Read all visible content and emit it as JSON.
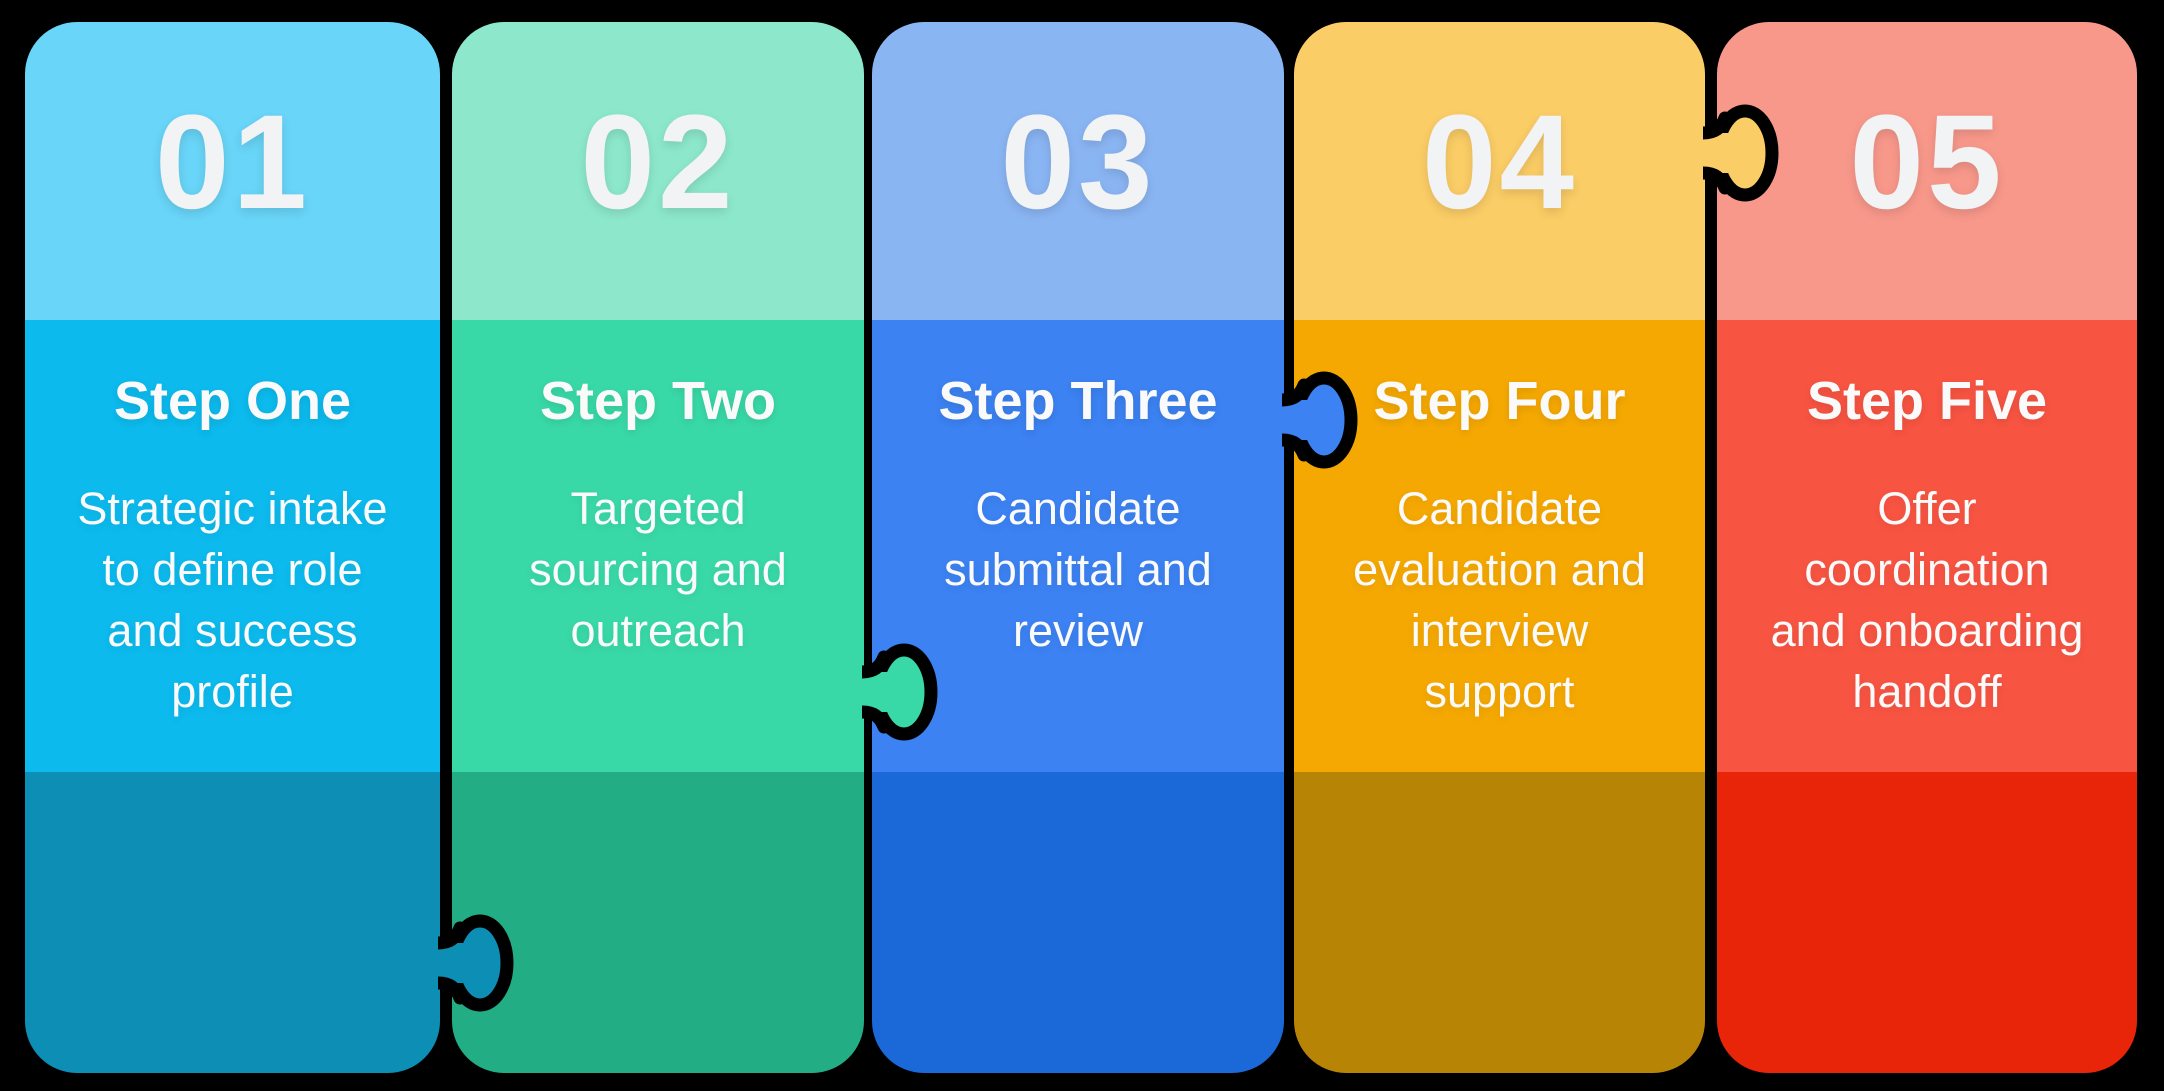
{
  "background_color": "#000000",
  "text_colors": {
    "number": "#F1F3F4",
    "title": "#FAFAFA",
    "body": "#FAFAFA"
  },
  "steps": [
    {
      "number": "01",
      "title": "Step One",
      "description": "Strategic intake\nto define role\nand success\nprofile",
      "colors": {
        "top": "#69D5F8",
        "middle": "#0CBAED",
        "bottom": "#0D8EB4"
      }
    },
    {
      "number": "02",
      "title": "Step Two",
      "description": "Targeted\nsourcing and\noutreach",
      "colors": {
        "top": "#8DE8CB",
        "middle": "#39D9A7",
        "bottom": "#22AD85"
      }
    },
    {
      "number": "03",
      "title": "Step Three",
      "description": "Candidate\nsubmittal and\nreview",
      "colors": {
        "top": "#8AB5F3",
        "middle": "#3C82F2",
        "bottom": "#1B69D8"
      }
    },
    {
      "number": "04",
      "title": "Step Four",
      "description": "Candidate\nevaluation and\ninterview\nsupport",
      "colors": {
        "top": "#FBCD66",
        "middle": "#F5A802",
        "bottom": "#B78406"
      }
    },
    {
      "number": "05",
      "title": "Step Five",
      "description": "Offer\ncoordination\nand onboarding\nhandoff",
      "colors": {
        "top": "#F8988B",
        "middle": "#F85442",
        "bottom": "#E82508"
      }
    }
  ],
  "connectors": [
    {
      "from_step": "01",
      "to_step": "02",
      "color": "#0D8EB4"
    },
    {
      "from_step": "02",
      "to_step": "03",
      "color": "#39D9A7"
    },
    {
      "from_step": "03",
      "to_step": "04",
      "color": "#3C82F2"
    },
    {
      "from_step": "04",
      "to_step": "05",
      "color": "#FBCD66"
    }
  ],
  "outline_color": "#000000"
}
